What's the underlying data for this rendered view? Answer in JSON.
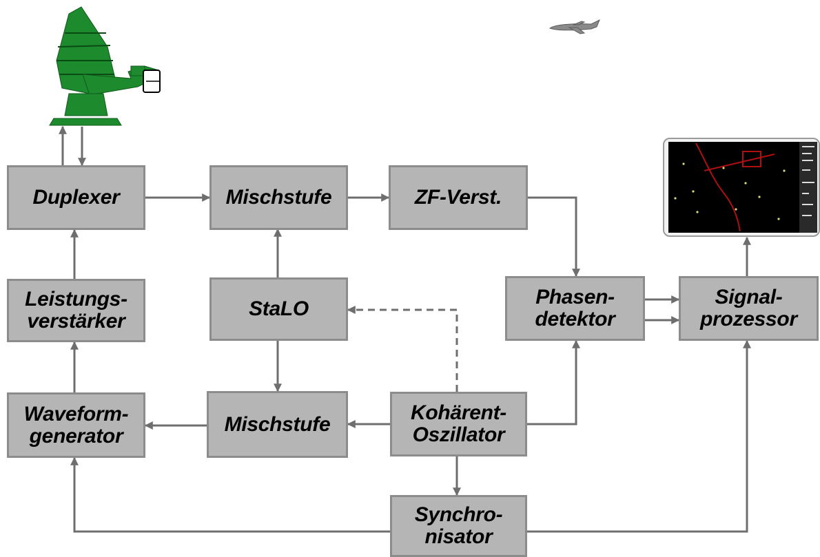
{
  "colors": {
    "block_fill": "#b5b5b5",
    "block_border": "#8c8c8c",
    "wire": "#6e6e6e",
    "antenna": "#1e8a2e",
    "display_screen": "#000000",
    "map_line": "#b01010"
  },
  "blocks": {
    "duplexer": "Duplexer",
    "mischstufe_top": "Mischstufe",
    "zf_verst": "ZF-Verst.",
    "leistungsverstaerker": "Leistungs-\nverstärker",
    "stalo": "StaLO",
    "phasendetektor": "Phasen-\ndetektor",
    "signalprozessor": "Signal-\nprozessor",
    "waveformgenerator": "Waveform-\ngenerator",
    "mischstufe_bottom": "Mischstufe",
    "kohaerent_oszillator": "Kohärent-\nOszillator",
    "synchronisator": "Synchro-\nnisator"
  },
  "icons": {
    "antenna": "radar-antenna-icon",
    "aircraft": "aircraft-icon",
    "display": "radar-display-icon"
  }
}
